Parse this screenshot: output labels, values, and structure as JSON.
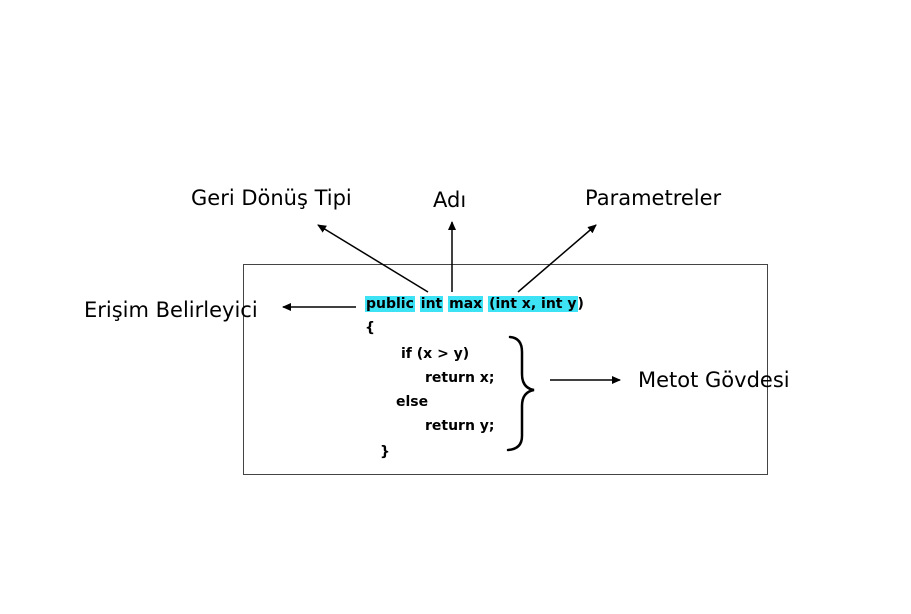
{
  "labels": {
    "return_type": "Geri Dönüş Tipi",
    "name": "Adı",
    "parameters": "Parametreler",
    "access_modifier": "Erişim Belirleyici",
    "method_body": "Metot Gövdesi"
  },
  "code": {
    "kw_public": "public",
    "kw_int": "int",
    "method_name": "max",
    "params": "(int x, int y",
    "params_close": ")",
    "open_brace": "{",
    "line_if": "if (x > y)",
    "line_return_x": "return x;",
    "line_else": "else",
    "line_return_y": "return y;",
    "close_brace": "}"
  },
  "colors": {
    "highlight": "#3ee2f5",
    "line": "#000000",
    "box_border": "#444444"
  }
}
